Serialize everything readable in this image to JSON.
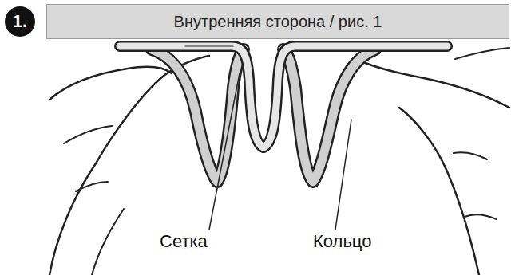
{
  "diagram": {
    "nodes": [
      {
        "text": [
          "1."
        ]
      },
      {
        "text": [
          "Внутренняя сторона / рис. 1"
        ]
      }
    ],
    "labels": [
      "Сетка",
      "Кольцо"
    ]
  }
}
